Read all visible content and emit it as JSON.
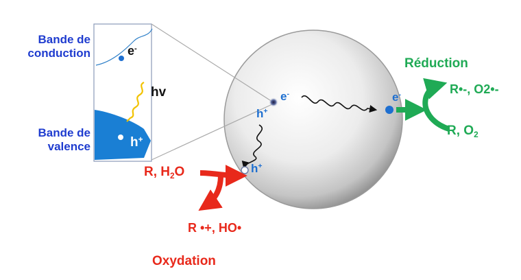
{
  "band_conduction": {
    "line1": "Bande de",
    "line2": "conduction"
  },
  "band_valence": {
    "line1": "Bande de",
    "line2": "valence"
  },
  "inset": {
    "electron": "e",
    "electron_sup": "-",
    "photon": "hv",
    "hole": "h",
    "hole_sup": "+"
  },
  "particle": {
    "electron_center": "e",
    "electron_center_sup": "-",
    "hole_center": "h",
    "hole_center_sup": "+",
    "hole_surface": "h",
    "hole_surface_sup": "+",
    "electron_surface": "e",
    "electron_surface_sup": "-"
  },
  "reduction": {
    "title": "Réduction",
    "product": "R•-, O2•-",
    "reactant_r": "R, O",
    "reactant_sub": "2"
  },
  "oxidation": {
    "title": "Oxydation",
    "reactant": "R, H",
    "reactant_sub": "2",
    "reactant_tail": "O",
    "product": "R •+, HO•"
  },
  "colors": {
    "blue_text": "#1f3ccf",
    "electron": "#1e6fd0",
    "valence": "#1a7fd4",
    "red": "#e8291b",
    "green": "#1faa55",
    "photon": "#f2c200"
  }
}
